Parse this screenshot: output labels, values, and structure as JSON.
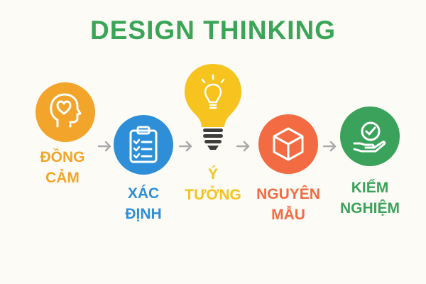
{
  "title": "DESIGN THINKING",
  "colors": {
    "title": "#3aa557",
    "arrow": "#a9a9a9"
  },
  "steps": [
    {
      "line1": "ĐỒNG",
      "line2": "CẢM",
      "color": "#f2a52a",
      "icon": "head-heart-icon"
    },
    {
      "line1": "XÁC",
      "line2": "ĐỊNH",
      "color": "#2e8fd8",
      "icon": "clipboard-checklist-icon"
    },
    {
      "line1": "Ý",
      "line2": "TƯỞNG",
      "color": "#f6c31f",
      "icon": "lightbulb-icon"
    },
    {
      "line1": "NGUYÊN",
      "line2": "MẪU",
      "color": "#f26b43",
      "icon": "cube-icon"
    },
    {
      "line1": "KIỂM",
      "line2": "NGHIỆM",
      "color": "#3aa25a",
      "icon": "hand-check-icon"
    }
  ]
}
